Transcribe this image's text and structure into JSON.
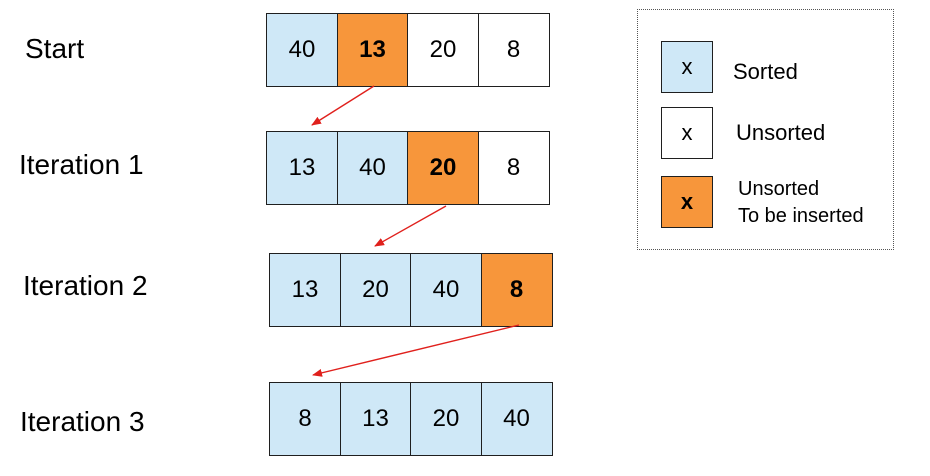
{
  "rows": [
    {
      "label": "Start",
      "cells": [
        {
          "value": "40",
          "state": "sorted"
        },
        {
          "value": "13",
          "state": "insert"
        },
        {
          "value": "20",
          "state": "unsorted"
        },
        {
          "value": "8",
          "state": "unsorted"
        }
      ]
    },
    {
      "label": "Iteration 1",
      "cells": [
        {
          "value": "13",
          "state": "sorted"
        },
        {
          "value": "40",
          "state": "sorted"
        },
        {
          "value": "20",
          "state": "insert"
        },
        {
          "value": "8",
          "state": "unsorted"
        }
      ]
    },
    {
      "label": "Iteration 2",
      "cells": [
        {
          "value": "13",
          "state": "sorted"
        },
        {
          "value": "20",
          "state": "sorted"
        },
        {
          "value": "40",
          "state": "sorted"
        },
        {
          "value": "8",
          "state": "insert"
        }
      ]
    },
    {
      "label": "Iteration 3",
      "cells": [
        {
          "value": "8",
          "state": "sorted"
        },
        {
          "value": "13",
          "state": "sorted"
        },
        {
          "value": "20",
          "state": "sorted"
        },
        {
          "value": "40",
          "state": "sorted"
        }
      ]
    }
  ],
  "legend": {
    "items": [
      {
        "symbol": "x",
        "state": "sorted",
        "label": "Sorted"
      },
      {
        "symbol": "x",
        "state": "unsorted",
        "label": "Unsorted"
      },
      {
        "symbol": "x",
        "state": "insert",
        "label_line1": "Unsorted",
        "label_line2": "To be inserted"
      }
    ]
  },
  "colors": {
    "sorted": "#cfe8f7",
    "unsorted": "#ffffff",
    "insert": "#f7963b",
    "arrow": "#e0201c"
  }
}
